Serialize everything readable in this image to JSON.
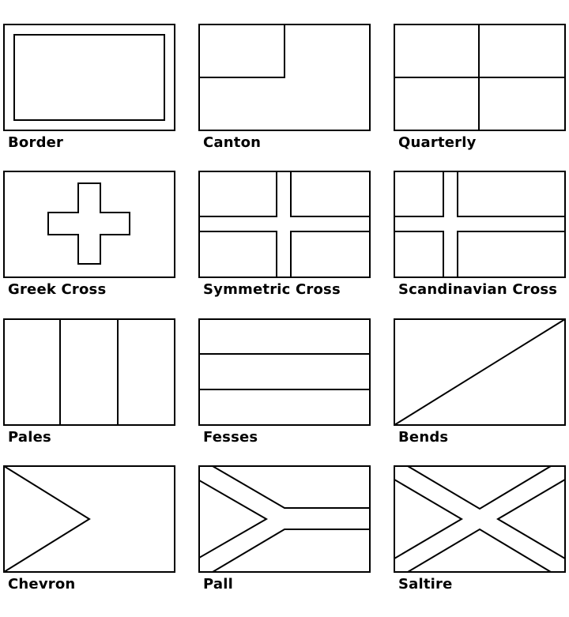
{
  "patterns": [
    {
      "key": "border",
      "label": "Border"
    },
    {
      "key": "canton",
      "label": "Canton"
    },
    {
      "key": "quarterly",
      "label": "Quarterly"
    },
    {
      "key": "greek-cross",
      "label": "Greek Cross"
    },
    {
      "key": "symmetric-cross",
      "label": "Symmetric Cross"
    },
    {
      "key": "scandinavian-cross",
      "label": "Scandinavian Cross"
    },
    {
      "key": "pales",
      "label": "Pales"
    },
    {
      "key": "fesses",
      "label": "Fesses"
    },
    {
      "key": "bends",
      "label": "Bends"
    },
    {
      "key": "chevron",
      "label": "Chevron"
    },
    {
      "key": "pall",
      "label": "Pall"
    },
    {
      "key": "saltire",
      "label": "Saltire"
    }
  ],
  "colors": {
    "stroke": "#000000",
    "background": "#ffffff"
  }
}
